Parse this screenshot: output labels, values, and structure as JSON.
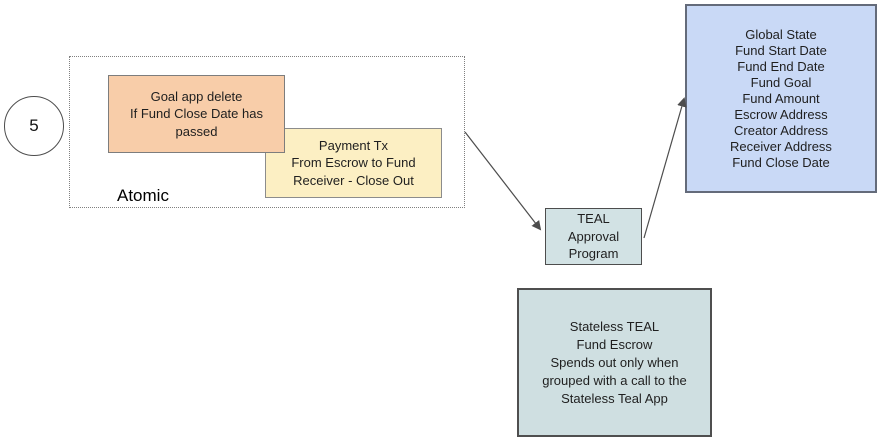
{
  "diagram": {
    "badge": {
      "label": "5"
    },
    "atomic_group": {
      "label": "Atomic"
    },
    "boxes": {
      "goal_app_delete": {
        "text": "Goal app delete\nIf Fund Close Date has\npassed",
        "fill": "#f8cda9"
      },
      "payment_tx": {
        "text": "Payment Tx\nFrom Escrow to Fund\nReceiver - Close Out",
        "fill": "#fcefc3"
      },
      "teal_approval": {
        "text": "TEAL\nApproval\nProgram",
        "fill": "#d2e2e4"
      },
      "global_state": {
        "text": "Global State\nFund Start Date\nFund End Date\nFund Goal\nFund Amount\nEscrow Address\nCreator Address\nReceiver Address\nFund Close Date",
        "fill": "#c9d9f6"
      },
      "stateless_escrow": {
        "text": "Stateless TEAL\nFund Escrow\nSpends out only when\ngrouped with a call to the\nStateless Teal App",
        "fill": "#cfdfe1"
      }
    },
    "colors": {
      "arrow": "#4d4d4d",
      "background": "#ffffff"
    }
  }
}
